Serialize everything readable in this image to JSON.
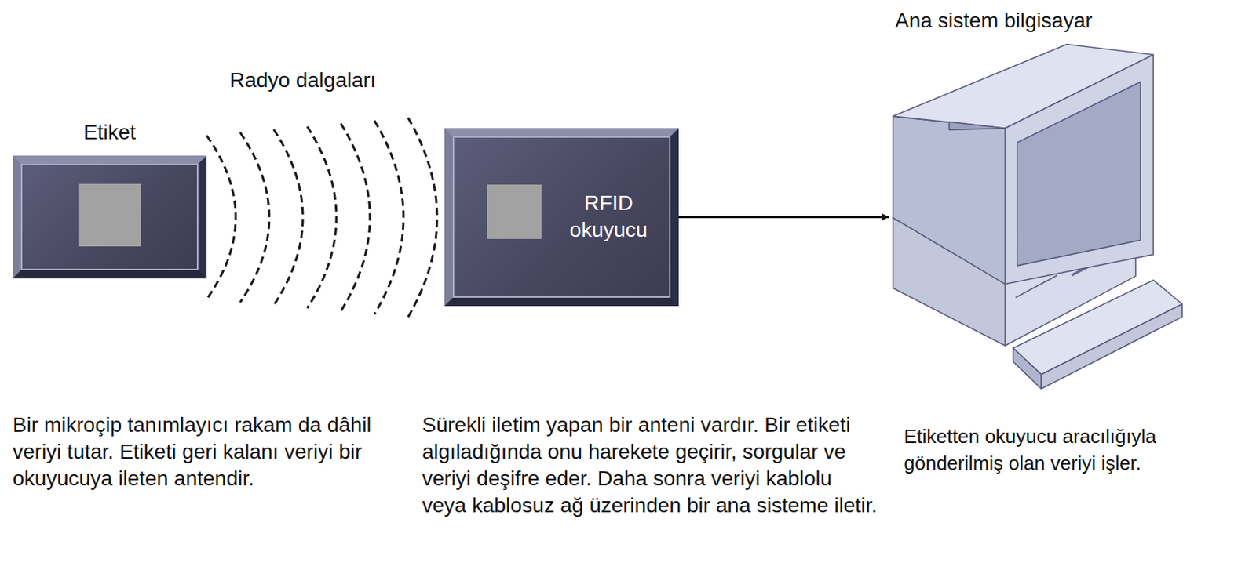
{
  "diagram": {
    "nodes": [
      {
        "text": [
          "Etiket",
          "Bir mikroçip tanımlayıcı rakam da dâhil veriyi tutar. Etiketi geri kalanı veriyi bir okuyucuya ileten antendir."
        ]
      },
      {
        "text": [
          "RFID okuyucu",
          "Sürekli iletim yapan bir anteni vardır. Bir etiketi algıladığında onu harekete geçirir, sorgular ve veriyi deşifre eder. Daha sonra veriyi kablolu veya kablosuz ağ üzerinden bir ana sisteme iletir."
        ]
      },
      {
        "text": [
          "Ana sistem bilgisayar",
          "Etiketten okuyucu aracılığıyla gönderilmiş olan veriyi işler."
        ]
      }
    ],
    "edges": [
      {
        "from": 1,
        "to": 2,
        "arrow": "to"
      }
    ],
    "labels": [
      "Radyo dalgaları"
    ]
  }
}
